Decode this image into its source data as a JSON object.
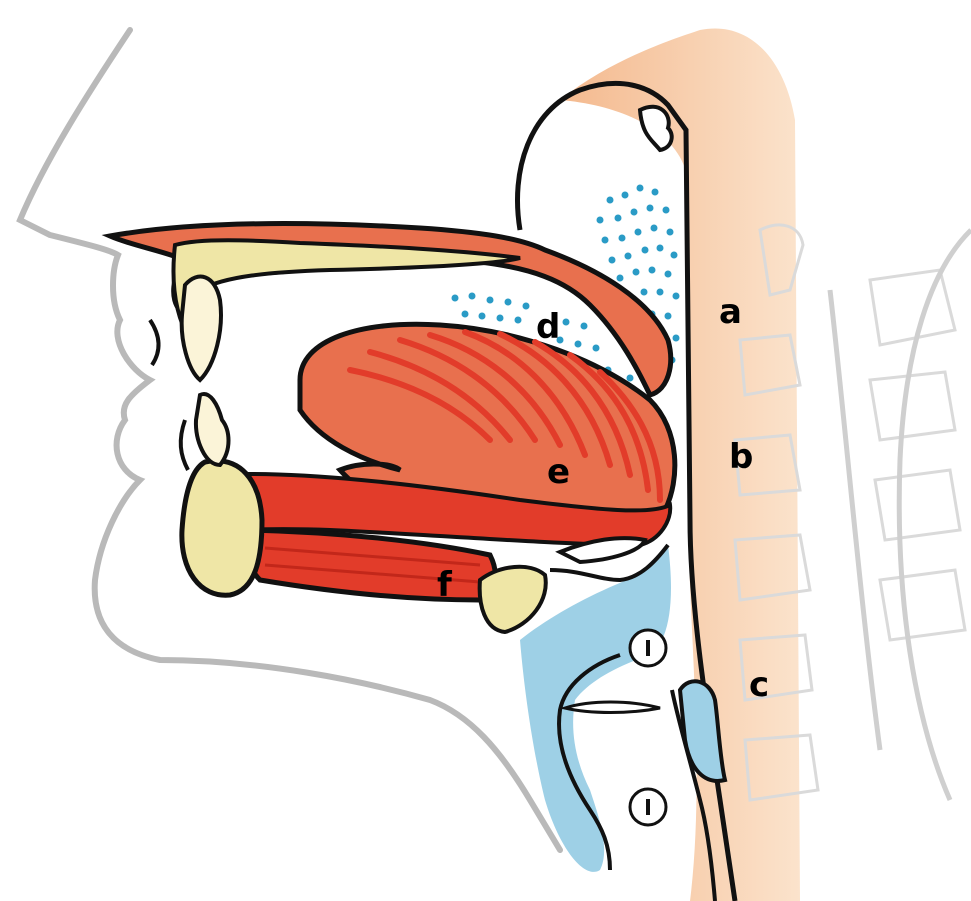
{
  "labels": {
    "a": "a",
    "b": "b",
    "c": "c",
    "d": "d",
    "e": "e",
    "f": "f"
  },
  "colors": {
    "muscle": "#e8704e",
    "muscle_dark": "#e23c2a",
    "bone": "#efe6a6",
    "pharynx_wall": "#f6c49a",
    "airway_blue": "#9ed0e6",
    "dots": "#2a9bc6",
    "outline": "#111111",
    "skin_outline": "#b9b9b9"
  }
}
